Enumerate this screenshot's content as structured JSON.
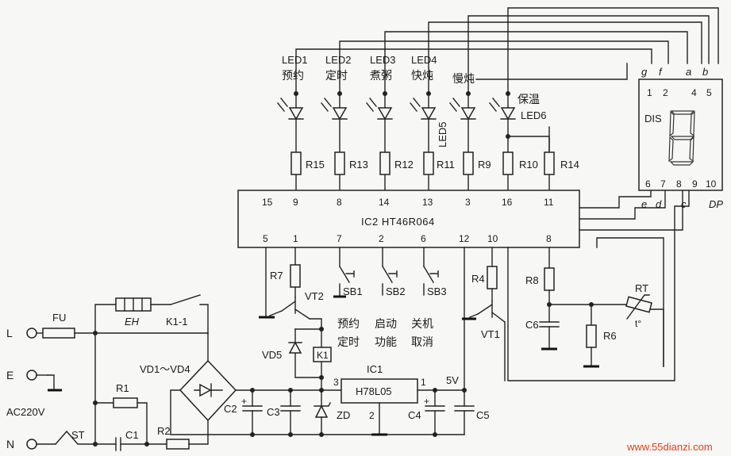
{
  "ic2": {
    "label": "IC2  HT46R064",
    "pins_top": [
      "15",
      "9",
      "8",
      "14",
      "13",
      "3",
      "16",
      "11"
    ],
    "pins_bottom": [
      "5",
      "1",
      "7",
      "2",
      "6",
      "12",
      "10",
      "8"
    ]
  },
  "ic1": {
    "label": "H78L05",
    "ref": "IC1",
    "pin_in": "3",
    "pin_out": "1",
    "pin_gnd": "2",
    "out_voltage": "5V"
  },
  "leds": [
    {
      "ref": "LED1",
      "func": "预约"
    },
    {
      "ref": "LED2",
      "func": "定时"
    },
    {
      "ref": "LED3",
      "func": "煮粥"
    },
    {
      "ref": "LED4",
      "func": "快炖"
    },
    {
      "ref": "LED5",
      "func": "慢炖"
    },
    {
      "ref": "LED6",
      "func": "保温"
    }
  ],
  "resistors_top": [
    "R15",
    "R13",
    "R12",
    "R11",
    "R9",
    "R10",
    "R14"
  ],
  "display": {
    "label": "DIS",
    "pins_top": [
      "1",
      "2",
      "4",
      "5"
    ],
    "pins_bottom": [
      "6",
      "7",
      "8",
      "9",
      "10"
    ],
    "seg_top": [
      "g",
      "f",
      "a",
      "b"
    ],
    "seg_bottom": [
      "e",
      "d",
      "c",
      "DP"
    ]
  },
  "switches": [
    {
      "ref": "SB1",
      "func1": "预约",
      "func2": "定时"
    },
    {
      "ref": "SB2",
      "func1": "启动",
      "func2": "功能"
    },
    {
      "ref": "SB3",
      "func1": "关机",
      "func2": "取消"
    }
  ],
  "parts": {
    "r7": "R7",
    "vt2": "VT2",
    "vd5": "VD5",
    "k1": "K1",
    "r4": "R4",
    "vt1": "VT1",
    "r8": "R8",
    "c6": "C6",
    "r6": "R6",
    "rt": "RT",
    "t_deg": "t°",
    "fu": "FU",
    "eh": "EH",
    "k1_1": "K1-1",
    "bridge": "VD1～VD4",
    "r1": "R1",
    "r2": "R2",
    "c1": "C1",
    "st": "ST",
    "c2": "C2",
    "c3": "C3",
    "zd": "ZD",
    "c4": "C4",
    "c5": "C5"
  },
  "mains": {
    "l": "L",
    "e": "E",
    "n": "N",
    "voltage": "AC220V"
  },
  "watermark": "www.55dianzi.com"
}
